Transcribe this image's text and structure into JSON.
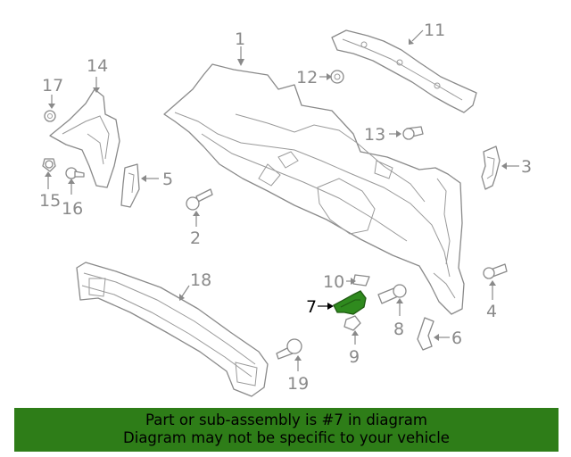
{
  "callouts": {
    "c1": "1",
    "c2": "2",
    "c3": "3",
    "c4": "4",
    "c5": "5",
    "c6": "6",
    "c7": "7",
    "c8": "8",
    "c9": "9",
    "c10": "10",
    "c11": "11",
    "c12": "12",
    "c13": "13",
    "c14": "14",
    "c15": "15",
    "c16": "16",
    "c17": "17",
    "c18": "18",
    "c19": "19"
  },
  "highlighted_part": "7",
  "colors": {
    "highlight": "#2f8a1e",
    "footer_bg": "#2e7d18",
    "linework": "#8a8a8a"
  },
  "footer": {
    "line1": "Part or sub-assembly is #7 in diagram",
    "line2": "Diagram may not be specific to your vehicle"
  }
}
